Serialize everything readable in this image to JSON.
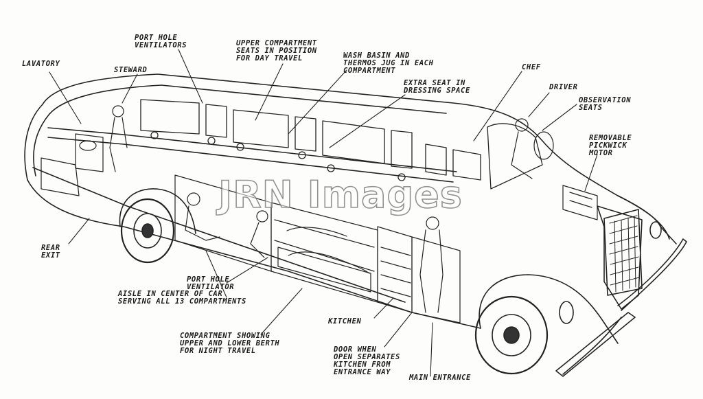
{
  "labels": {
    "port_hole_ventilators": "PORT HOLE\nVENTILATORS",
    "upper_compartment": "UPPER COMPARTMENT\nSEATS IN POSITION\nFOR DAY TRAVEL",
    "wash_basin": "WASH BASIN AND\nTHERMOS JUG IN EACH\nCOMPARTMENT",
    "extra_seat": "EXTRA SEAT IN\nDRESSING SPACE",
    "lavatory": "LAVATORY",
    "steward": "STEWARD",
    "chef": "CHEF",
    "driver": "DRIVER",
    "observation_seats": "OBSERVATION\nSEATS",
    "removable_motor": "REMOVABLE\nPICKWICK\nMOTOR",
    "rear_exit": "REAR\nEXIT",
    "port_hole_ventilator": "PORT HOLE\nVENTILATOR",
    "aisle": "AISLE IN CENTER OF CAR\nSERVING ALL 13 COMPARTMENTS",
    "kitchen": "KITCHEN",
    "compartment_berth": "COMPARTMENT SHOWING\nUPPER AND LOWER BERTH\nFOR NIGHT TRAVEL",
    "door": "DOOR WHEN\nOPEN SEPARATES\nKITCHEN FROM\nENTRANCE WAY",
    "main_entrance": "MAIN ENTRANCE"
  },
  "watermark": "JRN Images"
}
